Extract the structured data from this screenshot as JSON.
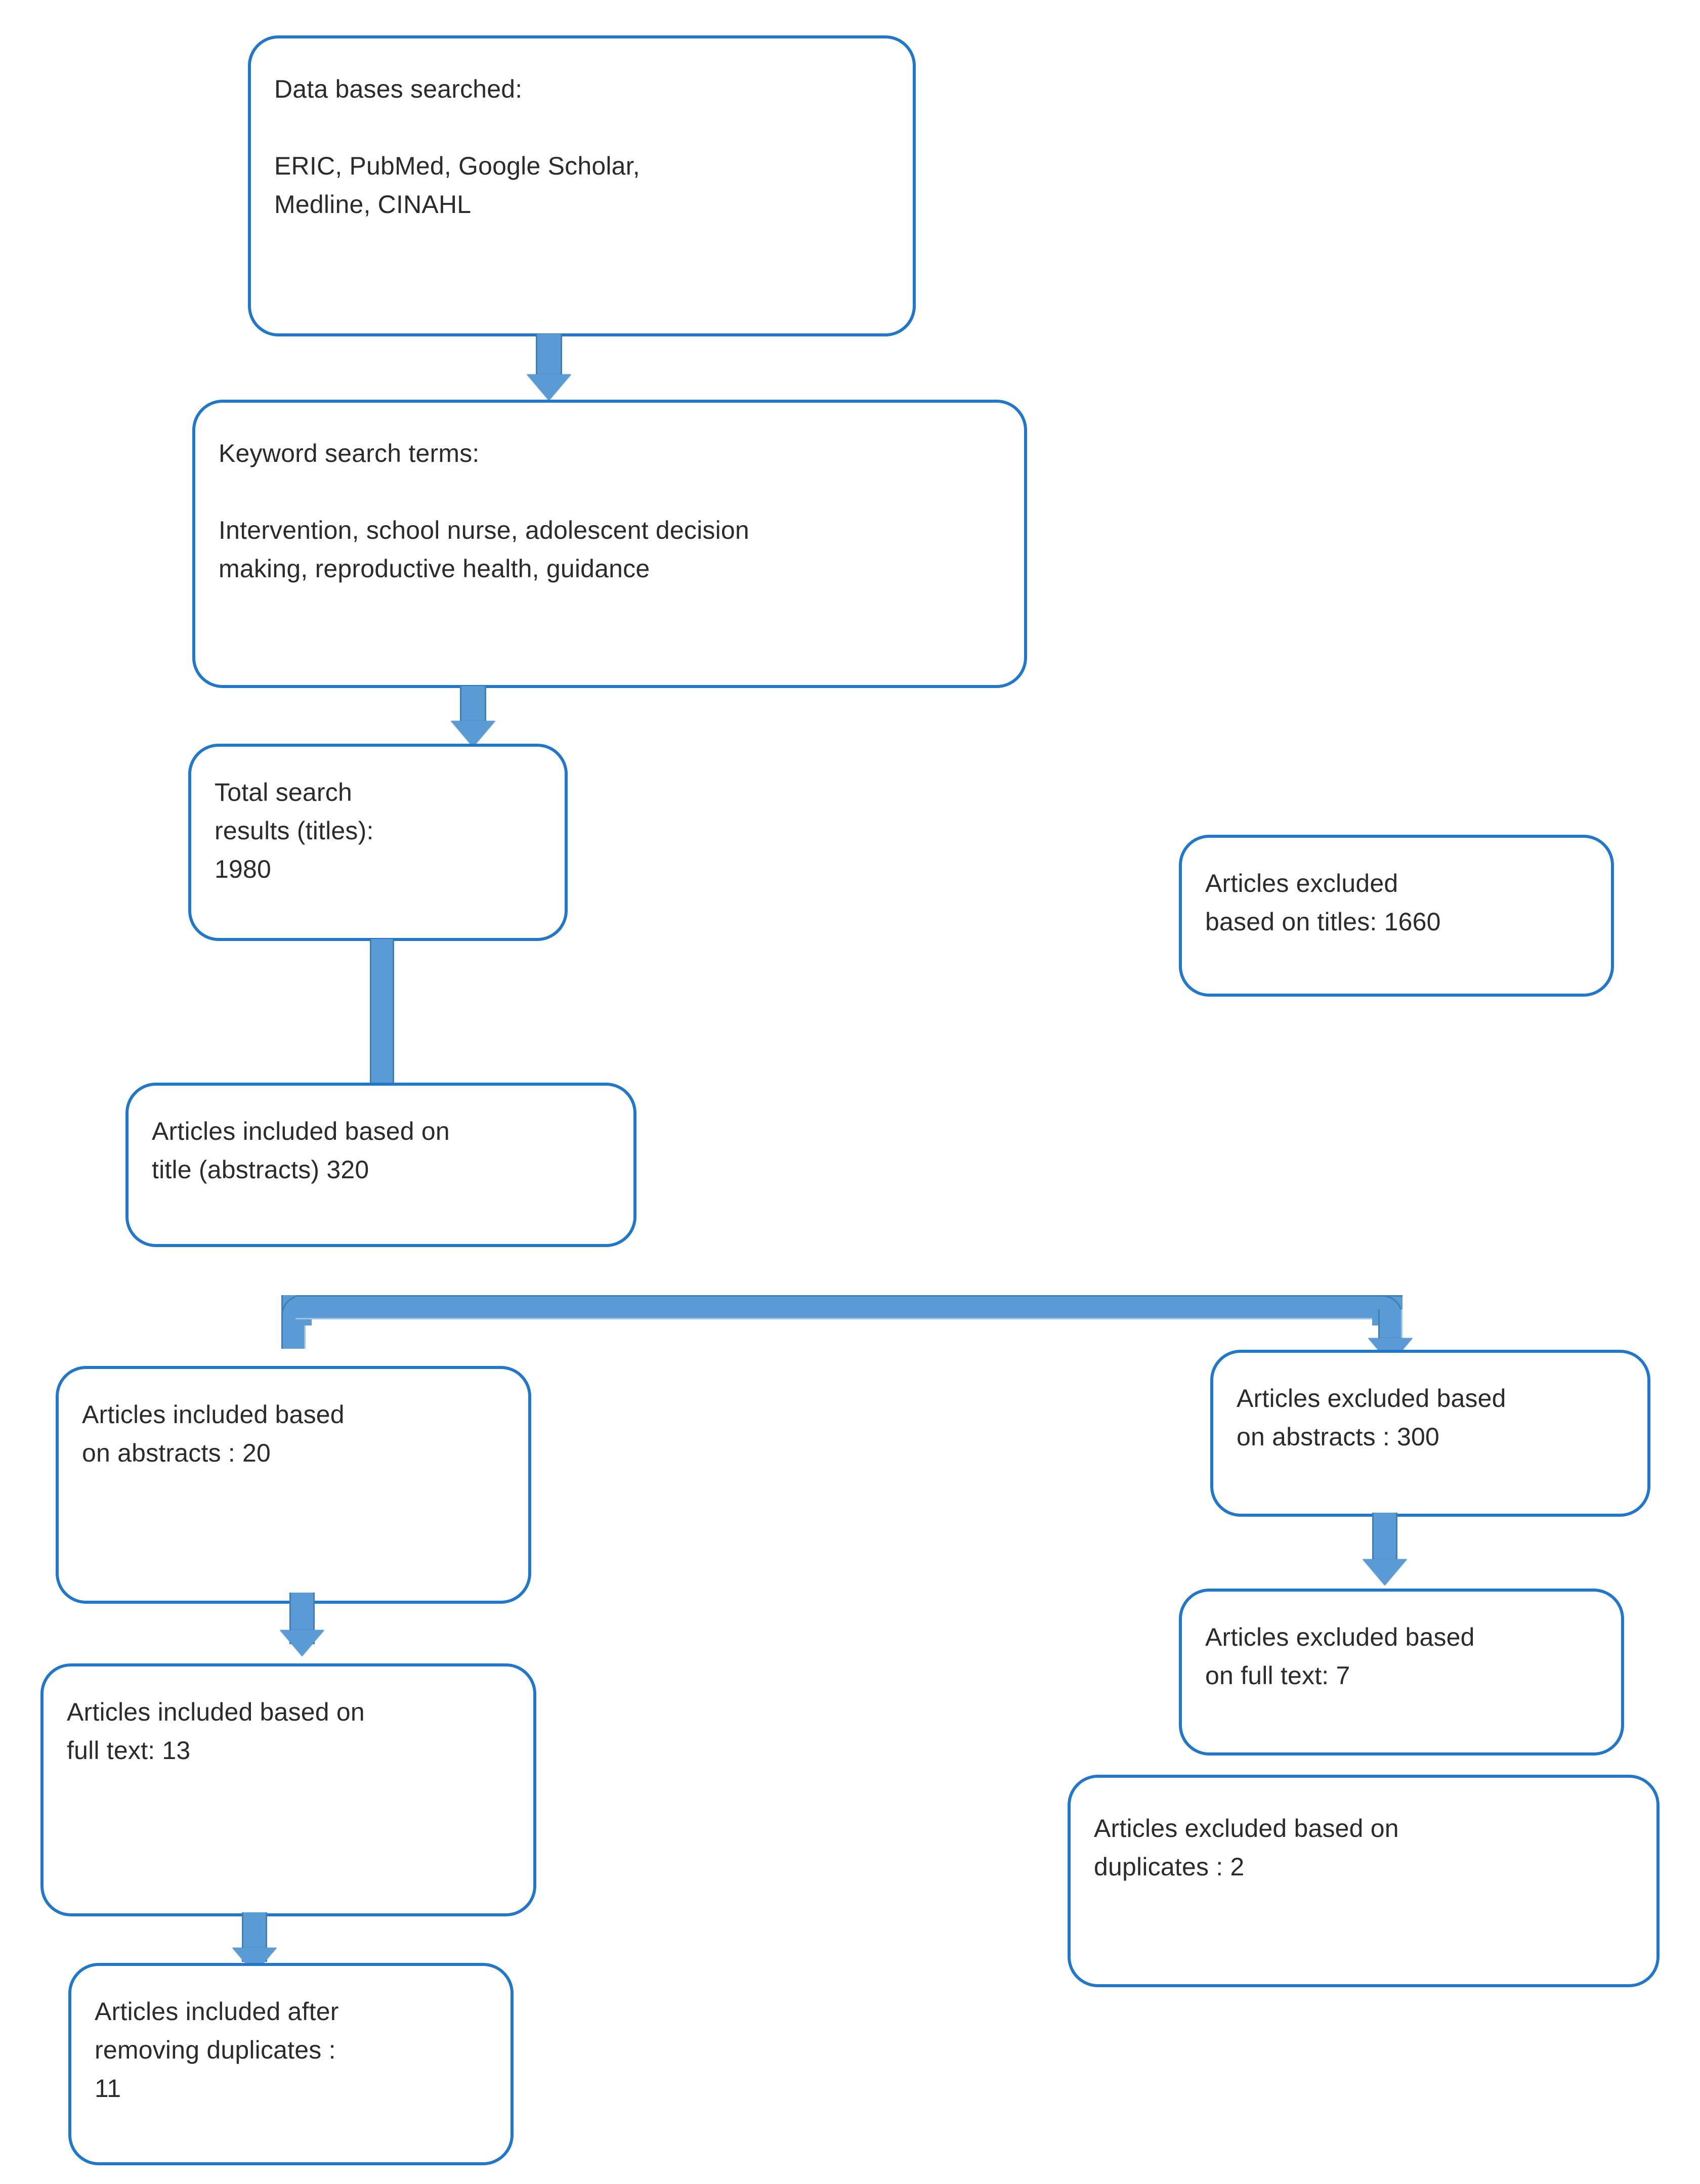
{
  "diagram": {
    "title": "Literature search and article selection flowchart",
    "colors": {
      "box_border": "#2077CC",
      "connector_fill": "#5B9BD5",
      "connector_stroke": "#3E7FB5",
      "text": "#2b2b2b",
      "background": "#ffffff"
    }
  },
  "nodes": {
    "databases": {
      "label": "Data bases searched:\n\nERIC, PubMed, Google Scholar,\nMedline, CINAHL"
    },
    "keywords": {
      "label": "Keyword search terms:\n\nIntervention, school nurse, adolescent decision\nmaking, reproductive health, guidance"
    },
    "total_results": {
      "label": "Total search\nresults (titles):\n1980"
    },
    "excluded_titles": {
      "label": "Articles excluded\nbased on titles: 1660"
    },
    "included_titles": {
      "label": "Articles included based on\ntitle (abstracts) 320"
    },
    "included_abstracts": {
      "label": "Articles included based\non abstracts : 20"
    },
    "excluded_abstracts": {
      "label": "Articles excluded based\non abstracts : 300"
    },
    "included_fulltext": {
      "label": "Articles included based on\nfull text: 13"
    },
    "excluded_fulltext": {
      "label": "Articles excluded based\non full text: 7"
    },
    "excluded_duplicates": {
      "label": "Articles excluded based on\nduplicates : 2"
    },
    "included_after_dupes": {
      "label": "Articles included after\nremoving duplicates :\n11"
    }
  },
  "chart_data": {
    "type": "table",
    "title": "Literature search and article selection flowchart",
    "categories": [
      "Total search results (titles)",
      "Articles excluded based on titles",
      "Articles included based on title (abstracts)",
      "Articles included based on abstracts",
      "Articles excluded based on abstracts",
      "Articles included based on full text",
      "Articles excluded based on full text",
      "Articles excluded based on duplicates",
      "Articles included after removing duplicates"
    ],
    "values": [
      1980,
      1660,
      320,
      20,
      300,
      13,
      7,
      2,
      11
    ],
    "databases_searched": [
      "ERIC",
      "PubMed",
      "Google Scholar",
      "Medline",
      "CINAHL"
    ],
    "keyword_search_terms": [
      "Intervention",
      "school nurse",
      "adolescent decision making",
      "reproductive health",
      "guidance"
    ],
    "edges": [
      {
        "from": "databases",
        "to": "keywords",
        "arrow": true
      },
      {
        "from": "keywords",
        "to": "total_results",
        "arrow": true
      },
      {
        "from": "total_results",
        "to": "included_titles",
        "arrow": false
      },
      {
        "from": "included_titles",
        "to": "excluded_abstracts",
        "arrow": true
      },
      {
        "from": "included_abstracts",
        "to": "included_fulltext",
        "arrow": true
      },
      {
        "from": "excluded_abstracts",
        "to": "excluded_fulltext",
        "arrow": true
      },
      {
        "from": "included_fulltext",
        "to": "included_after_dupes",
        "arrow": true
      }
    ]
  }
}
